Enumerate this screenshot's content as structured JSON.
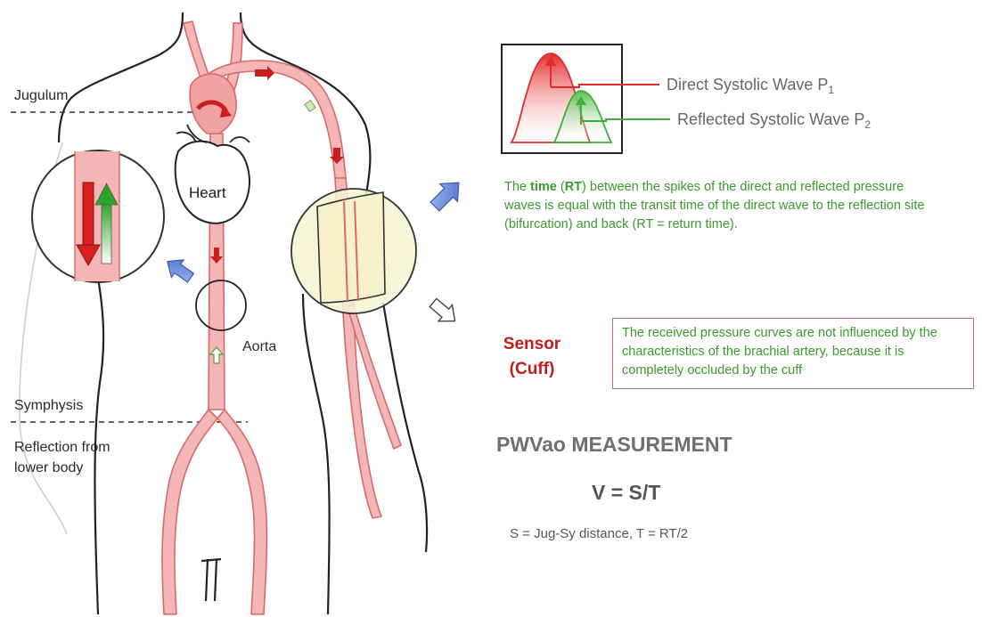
{
  "labels": {
    "jugulum": "Jugulum",
    "heart": "Heart",
    "aorta": "Aorta",
    "symphysis": "Symphysis",
    "reflection_lower_body": "Reflection from lower body"
  },
  "waves": {
    "direct": "Direct Systolic Wave P",
    "direct_sub": "1",
    "reflected": "Reflected Systolic Wave P",
    "reflected_sub": "2",
    "direct_color": "#e32b2b",
    "reflected_color": "#3fae3a"
  },
  "rt_note": {
    "part1": "The ",
    "time_word": "time",
    "part2": " (",
    "rt_word": "RT",
    "part3": ") between the spikes of the direct and reflected pressure waves is equal with the transit time of the direct wave to the reflection site (bifurcation) and back (RT = return time)."
  },
  "sensor": {
    "line1": "Sensor",
    "line2": "(Cuff)"
  },
  "cuff_note": "The received pressure curves are not influenced by the characteristics of the brachial artery, because it is completely occluded by the cuff",
  "measurement": {
    "title": "PWVao MEASUREMENT",
    "formula": "V = S/T",
    "legend": "S = Jug-Sy distance,  T = RT/2"
  },
  "colors": {
    "artery_fill": "#f4b6b6",
    "artery_stroke": "#d86a6a",
    "red_arrow": "#c81e1e",
    "green_text": "#3a9a2e",
    "sensor_red": "#c11d1d",
    "cuff_fill": "#f7f4d2",
    "blue_arrow": "#6f8fd8"
  },
  "icons": [
    "red-down-arrow-icon",
    "green-up-arrow-icon",
    "blue-arrow-icon",
    "outline-arrow-icon"
  ]
}
